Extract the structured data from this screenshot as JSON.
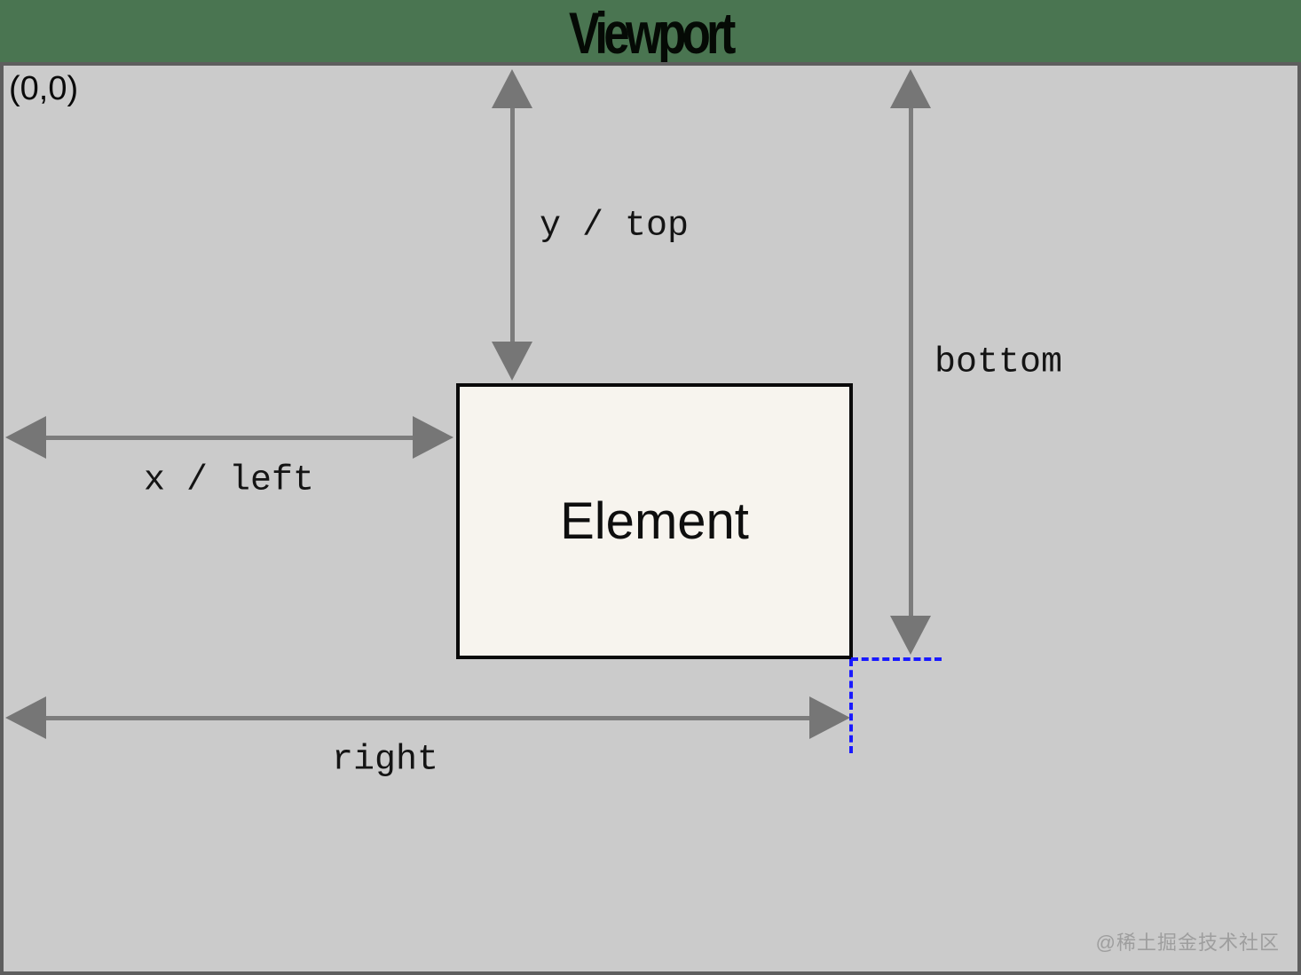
{
  "title": "Viewport",
  "origin_label": "(0,0)",
  "element": {
    "label": "Element"
  },
  "arrows": {
    "top": {
      "label": "y / top"
    },
    "left": {
      "label": "x / left"
    },
    "bottom": {
      "label": "bottom"
    },
    "right": {
      "label": "right"
    }
  },
  "watermark": "@稀土掘金技术社区",
  "colors": {
    "header_green": "#4a7551",
    "viewport_gray": "#cbcbcb",
    "viewport_border_gray": "#5e5e5e",
    "element_fill": "#f7f4ee",
    "element_border": "#0a0a0a",
    "arrow_gray": "#7a7a7a",
    "guide_blue": "#1a1aff",
    "title_text": "#050a05",
    "label_text": "#141414",
    "watermark_gray": "#9e9e9e"
  }
}
